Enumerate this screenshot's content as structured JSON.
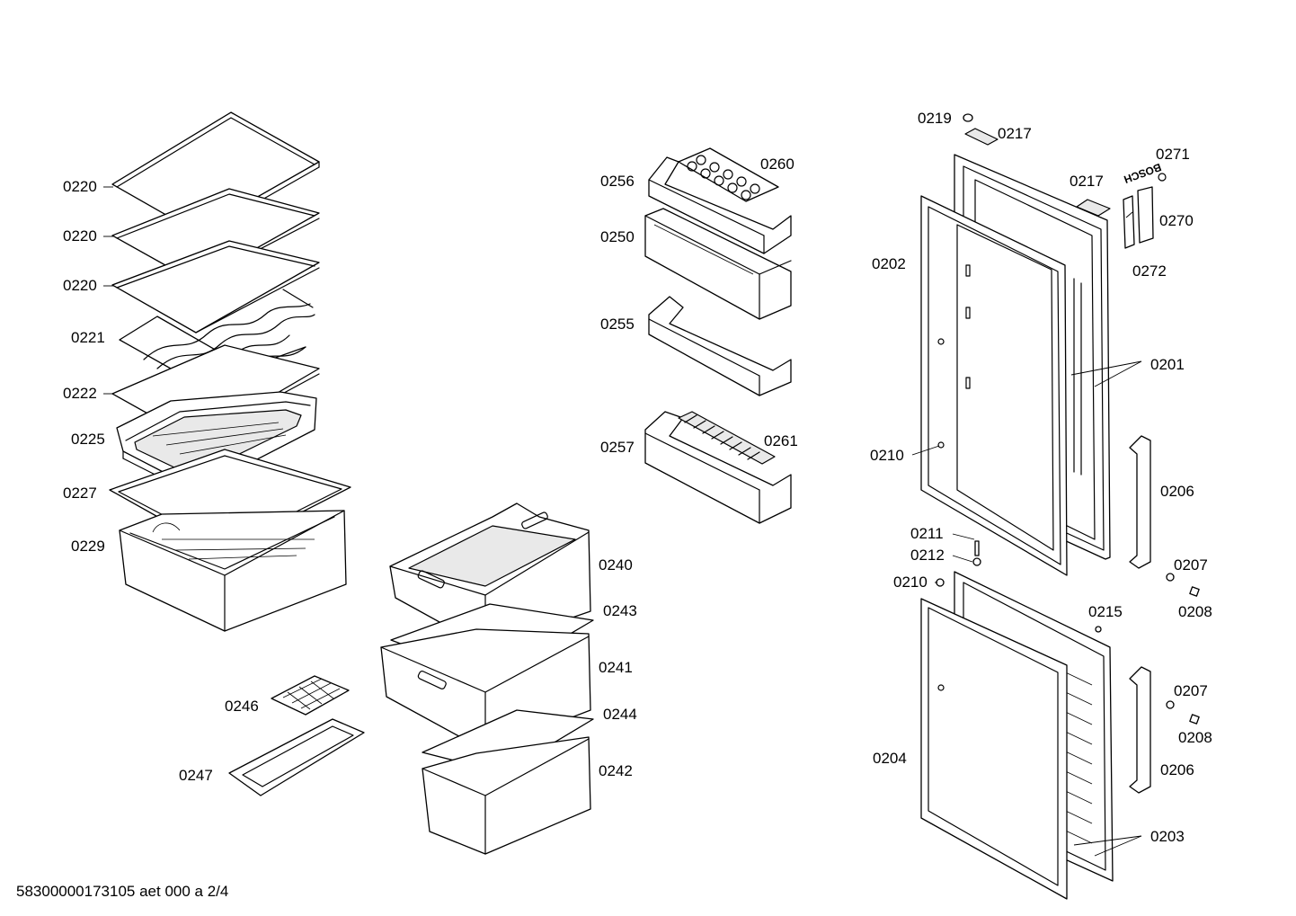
{
  "footer": {
    "document_code": "58300000173105 aet 000 a 2/4"
  },
  "logo_text": "BOSCH",
  "callouts": {
    "c0220a": "0220",
    "c0220b": "0220",
    "c0220c": "0220",
    "c0221": "0221",
    "c0222": "0222",
    "c0225": "0225",
    "c0227": "0227",
    "c0229": "0229",
    "c0256": "0256",
    "c0260": "0260",
    "c0250": "0250",
    "c0255": "0255",
    "c0257": "0257",
    "c0261": "0261",
    "c0240": "0240",
    "c0243": "0243",
    "c0241": "0241",
    "c0244": "0244",
    "c0242": "0242",
    "c0246": "0246",
    "c0247": "0247",
    "c0219": "0219",
    "c0217a": "0217",
    "c0217b": "0217",
    "c0271": "0271",
    "c0270": "0270",
    "c0272": "0272",
    "c0202": "0202",
    "c0201": "0201",
    "c0210a": "0210",
    "c0206a": "0206",
    "c0211": "0211",
    "c0212": "0212",
    "c0210b": "0210",
    "c0207a": "0207",
    "c0215": "0215",
    "c0208a": "0208",
    "c0207b": "0207",
    "c0208b": "0208",
    "c0206b": "0206",
    "c0204": "0204",
    "c0203": "0203"
  }
}
